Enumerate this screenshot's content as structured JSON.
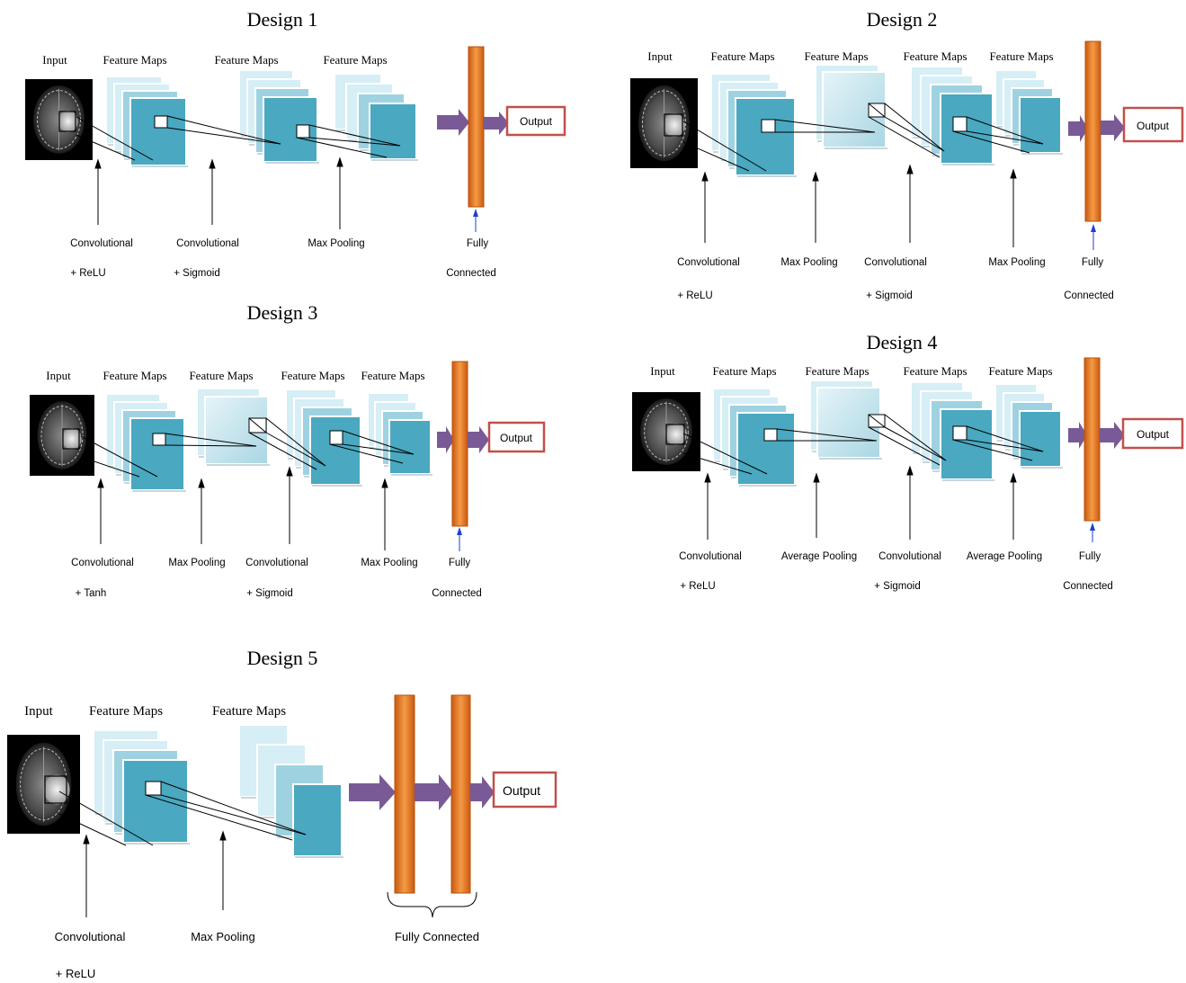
{
  "designs": [
    {
      "title": "Design 1",
      "input_label": "Input",
      "feature_maps_labels": [
        "Feature Maps",
        "Feature Maps",
        "Feature Maps"
      ],
      "layer_labels": [
        {
          "line1": "Convolutional",
          "line2": "+ ReLU"
        },
        {
          "line1": "Convolutional",
          "line2": "+ Sigmoid"
        },
        {
          "line1": "Max Pooling",
          "line2": ""
        },
        {
          "line1": "Fully",
          "line2": "Connected"
        }
      ],
      "output_label": "Output"
    },
    {
      "title": "Design 2",
      "input_label": "Input",
      "feature_maps_labels": [
        "Feature Maps",
        "Feature Maps",
        "Feature Maps",
        "Feature Maps"
      ],
      "layer_labels": [
        {
          "line1": "Convolutional",
          "line2": "+ ReLU"
        },
        {
          "line1": "Max Pooling",
          "line2": ""
        },
        {
          "line1": "Convolutional",
          "line2": "+ Sigmoid"
        },
        {
          "line1": "Max Pooling",
          "line2": ""
        },
        {
          "line1": "Fully",
          "line2": "Connected"
        }
      ],
      "output_label": "Output"
    },
    {
      "title": "Design 3",
      "input_label": "Input",
      "feature_maps_labels": [
        "Feature Maps",
        "Feature Maps",
        "Feature Maps",
        "Feature Maps"
      ],
      "layer_labels": [
        {
          "line1": "Convolutional",
          "line2": "+ Tanh"
        },
        {
          "line1": "Max Pooling",
          "line2": ""
        },
        {
          "line1": "Convolutional",
          "line2": "+ Sigmoid"
        },
        {
          "line1": "Max Pooling",
          "line2": ""
        },
        {
          "line1": "Fully",
          "line2": "Connected"
        }
      ],
      "output_label": "Output"
    },
    {
      "title": "Design 4",
      "input_label": "Input",
      "feature_maps_labels": [
        "Feature Maps",
        "Feature Maps",
        "Feature Maps",
        "Feature Maps"
      ],
      "layer_labels": [
        {
          "line1": "Convolutional",
          "line2": "+ ReLU"
        },
        {
          "line1": "Average Pooling",
          "line2": ""
        },
        {
          "line1": "Convolutional",
          "line2": "+ Sigmoid"
        },
        {
          "line1": "Average Pooling",
          "line2": ""
        },
        {
          "line1": "Fully",
          "line2": "Connected"
        }
      ],
      "output_label": "Output"
    },
    {
      "title": "Design 5",
      "input_label": "Input",
      "feature_maps_labels": [
        "Feature Maps",
        "Feature Maps"
      ],
      "layer_labels": [
        {
          "line1": "Convolutional",
          "line2": "+ ReLU"
        },
        {
          "line1": "Max Pooling",
          "line2": ""
        },
        {
          "line1": "Fully Connected",
          "line2": ""
        }
      ],
      "output_label": "Output"
    }
  ],
  "colors": {
    "map_front": "#4aa8c0",
    "map_back": "#d6eef5",
    "map_border": "#ffffff",
    "fc_bar": "#e8741a",
    "arrow": "#7a5a96",
    "output_border": "#c0504d",
    "scan_bg": "#000000"
  }
}
